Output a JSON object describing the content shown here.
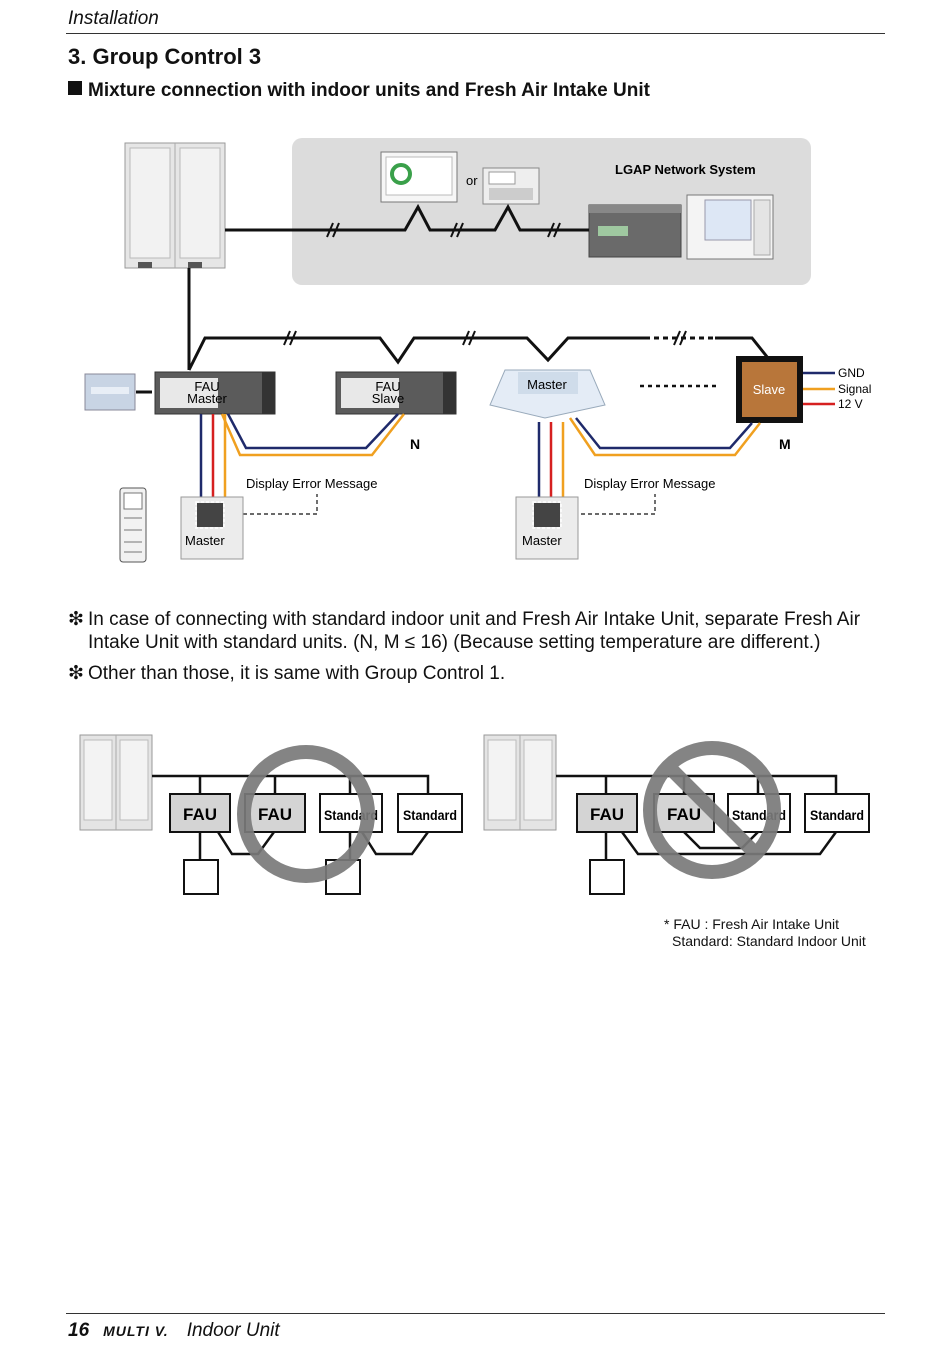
{
  "header": {
    "section": "Installation"
  },
  "title": "3. Group Control 3",
  "subtitle": "Mixture connection with indoor units and Fresh Air Intake Unit",
  "diagram": {
    "network_label": "LGAP Network System",
    "or_label": "or",
    "fau_master_top": "FAU",
    "fau_master_bottom": "Master",
    "fau_slave_top": "FAU",
    "fau_slave_bottom": "Slave",
    "cassette_master": "Master",
    "slave_label": "Slave",
    "n_label": "N",
    "m_label": "M",
    "display_error_1": "Display Error Message",
    "display_error_2": "Display Error Message",
    "remote_master_1": "Master",
    "remote_master_2": "Master",
    "wire_gnd": "GND",
    "wire_signal": "Signal",
    "wire_12v": "12 V",
    "wire_colors": {
      "gnd": "#1f2a6b",
      "signal": "#f0a020",
      "v12": "#d62020"
    }
  },
  "notes": [
    {
      "mark": "❇",
      "line1": "In case of connecting with standard indoor unit and Fresh Air Intake Unit, separate Fresh Air",
      "line2": "Intake Unit with standard units. (N, M ≤ 16) (Because setting temperature are different.)"
    },
    {
      "mark": "❇",
      "line1": "Other than those, it is same with Group Control 1."
    }
  ],
  "compare": {
    "left": {
      "fau1": "FAU",
      "fau2": "FAU",
      "std1": "Standard",
      "std2": "Standard"
    },
    "right": {
      "fau1": "FAU",
      "fau2": "FAU",
      "std1": "Standard",
      "std2": "Standard"
    }
  },
  "legend": {
    "line1": "* FAU : Fresh Air Intake Unit",
    "line2": "Standard: Standard Indoor Unit"
  },
  "footer": {
    "page": "16",
    "brand": "MULTI V.",
    "doc": "Indoor Unit"
  }
}
